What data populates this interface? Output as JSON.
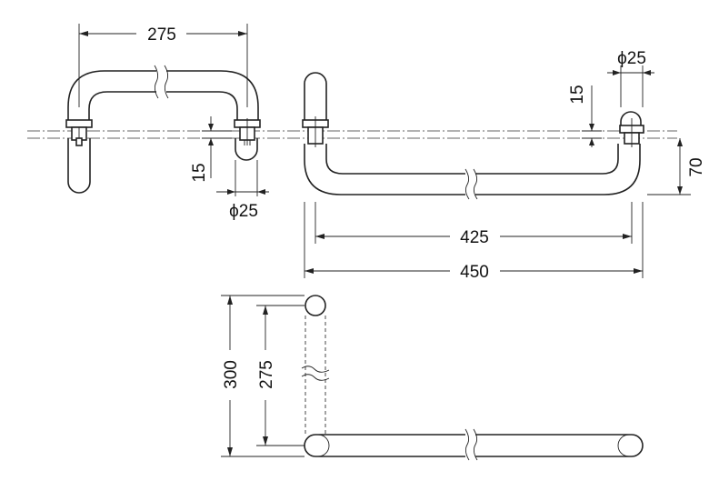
{
  "dimensions": {
    "top_left_width": "275",
    "left_offset": "15",
    "left_diameter": "ϕ25",
    "right_offset": "15",
    "right_diameter": "ϕ25",
    "height_70": "70",
    "inner_425": "425",
    "outer_450": "450",
    "bottom_300": "300",
    "bottom_275": "275"
  }
}
